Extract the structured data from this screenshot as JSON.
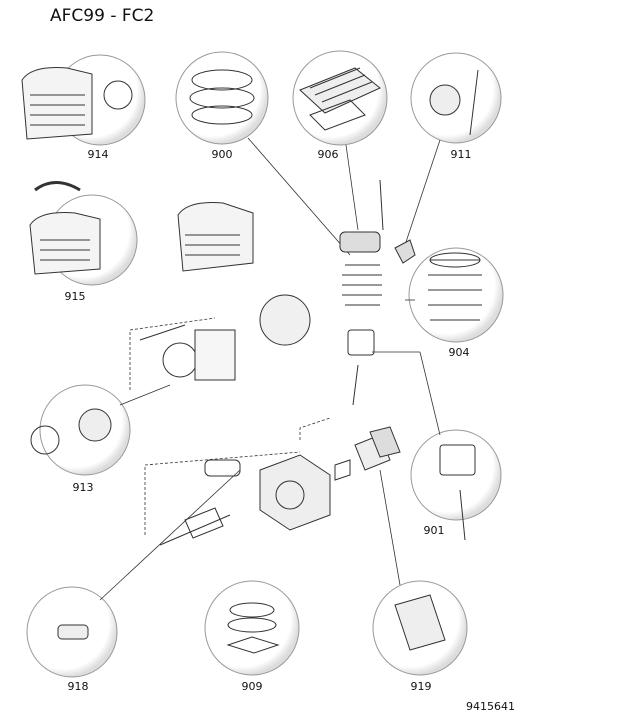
{
  "title": "AFC99 - FC2",
  "document_number": "9415641",
  "parts": [
    {
      "code": "914"
    },
    {
      "code": "900"
    },
    {
      "code": "906"
    },
    {
      "code": "911"
    },
    {
      "code": "915"
    },
    {
      "code": "904"
    },
    {
      "code": "913"
    },
    {
      "code": "901"
    },
    {
      "code": "918"
    },
    {
      "code": "909"
    },
    {
      "code": "919"
    }
  ]
}
